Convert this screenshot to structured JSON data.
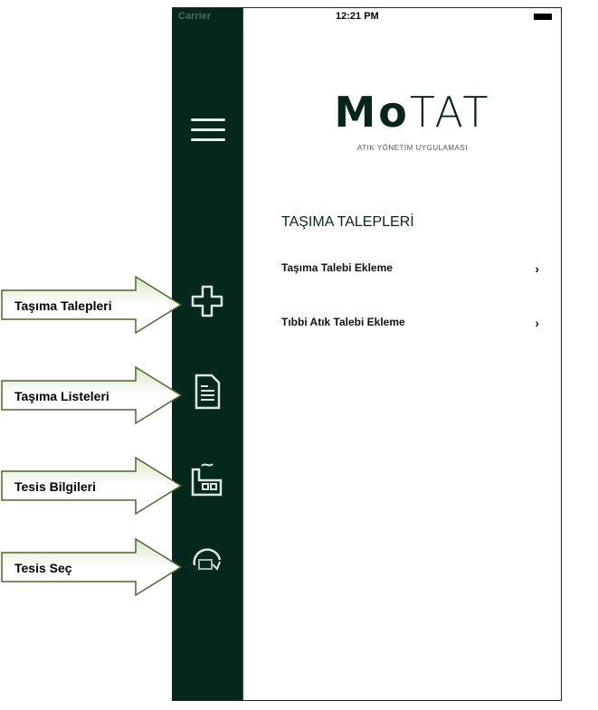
{
  "status": {
    "carrier": "Carrier",
    "time": "12:21 PM"
  },
  "app": {
    "logo_bold": "Mo",
    "logo_light": "TAT",
    "tagline": "ATIK YÖNETİM UYGULAMASI"
  },
  "main": {
    "section_title": "TAŞIMA TALEPLERİ",
    "items": [
      {
        "label": "Taşıma Talebi Ekleme"
      },
      {
        "label": "Tıbbi Atık Talebi Ekleme"
      }
    ]
  },
  "sidebar": {
    "icons": [
      "plus-icon",
      "document-icon",
      "factory-icon",
      "facility-select-icon"
    ]
  },
  "annotations": [
    {
      "label": "Taşıma Talepleri"
    },
    {
      "label": "Taşıma Listeleri"
    },
    {
      "label": "Tesis Bilgileri"
    },
    {
      "label": "Tesis Seç"
    }
  ],
  "colors": {
    "sidebar": "#05281c",
    "accent": "#06251b"
  }
}
